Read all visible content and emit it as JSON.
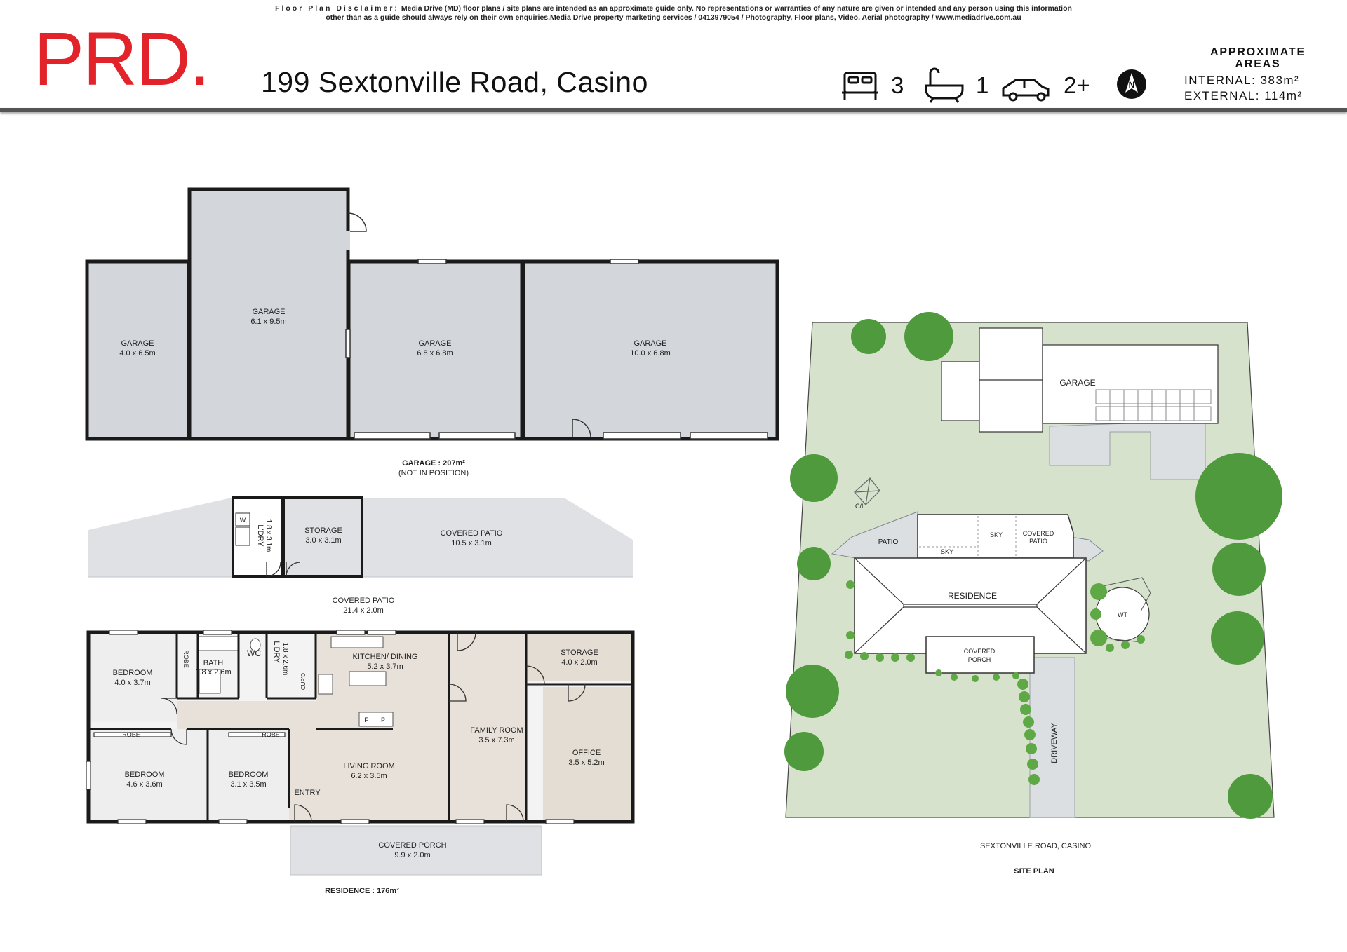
{
  "disclaimer": {
    "heading": "Floor Plan Disclaimer:",
    "line1": " Media Drive (MD) floor plans / site plans are intended as an approximate guide only.  No representations or warranties of any nature are given or intended and any person using this information",
    "line2": "other than as a guide should always rely on their own enquiries.Media Drive property marketing services / 0413979054 / Photography, Floor plans,  Video, Aerial photography / www.mediadrive.com.au"
  },
  "brand": {
    "logo": "PRD.",
    "color": "#e2232a"
  },
  "address": "199 Sextonville Road, Casino",
  "stats": {
    "beds": "3",
    "baths": "1",
    "cars": "2+",
    "bed_icon": "bed-icon",
    "bath_icon": "bath-icon",
    "car_icon": "car-icon",
    "north_icon": "north-arrow-icon"
  },
  "areas": {
    "heading_1": "APPROXIMATE",
    "heading_2": "AREAS",
    "internal_label": "INTERNAL:",
    "internal_value": "383m²",
    "external_label": "EXTERNAL:",
    "external_value": "114m²"
  },
  "garage_plan": {
    "rooms": [
      {
        "name": "GARAGE",
        "size": "4.0 x 6.5m"
      },
      {
        "name": "GARAGE",
        "size": "6.1 x 9.5m"
      },
      {
        "name": "GARAGE",
        "size": "6.8 x 6.8m"
      },
      {
        "name": "GARAGE",
        "size": "10.0 x 6.8m"
      }
    ],
    "caption": "GARAGE : 207m²",
    "note": "(NOT IN POSITION)"
  },
  "residence_plan": {
    "caption": "RESIDENCE : 176m²",
    "labels": {
      "wm": "W",
      "laundry_outside": "L'DRY",
      "laundry_outside_size": "1.8 x 3.1m",
      "storage_outside": "STORAGE",
      "storage_outside_size": "3.0 x 3.1m",
      "covered_patio_a": "COVERED PATIO",
      "covered_patio_a_size": "10.5 x 3.1m",
      "covered_patio_b": "COVERED PATIO",
      "covered_patio_b_size": "21.4 x 2.0m",
      "bedroom1": "BEDROOM",
      "bedroom1_size": "4.0 x 3.7m",
      "robe1": "ROBE",
      "bath": "BATH",
      "bath_size": "1.8 x 2.6m",
      "wc": "WC",
      "laundry": "L'DRY",
      "laundry_size": "1.8 x 2.6m",
      "cupd": "CUP'D",
      "kitchen": "KITCHEN/ DINING",
      "kitchen_size": "5.2 x 3.7m",
      "fridge": "F",
      "pantry": "P",
      "storage": "STORAGE",
      "storage_size": "4.0 x 2.0m",
      "family": "FAMILY ROOM",
      "family_size": "3.5 x 7.3m",
      "office": "OFFICE",
      "office_size": "3.5 x 5.2m",
      "robe2": "ROBE",
      "robe3": "ROBE",
      "bedroom2": "BEDROOM",
      "bedroom2_size": "4.6 x 3.6m",
      "bedroom3": "BEDROOM",
      "bedroom3_size": "3.1 x 3.5m",
      "living": "LIVING ROOM",
      "living_size": "6.2 x 3.5m",
      "entry": "ENTRY",
      "porch": "COVERED PORCH",
      "porch_size": "9.9 x 2.0m"
    }
  },
  "site_plan": {
    "labels": {
      "garage": "GARAGE",
      "cl": "C/L",
      "patio": "PATIO",
      "sky1": "SKY",
      "sky2": "SKY",
      "covered_patio": "COVERED",
      "covered_patio_2": "PATIO",
      "residence": "RESIDENCE",
      "wt": "WT",
      "porch_1": "COVERED",
      "porch_2": "PORCH",
      "driveway": "DRIVEWAY"
    },
    "road": "SEXTONVILLE ROAD, CASINO",
    "caption": "SITE PLAN",
    "colors": {
      "lawn": "#d6e2cc",
      "tree": "#4f9a3c",
      "paving": "#dcdfe2"
    }
  }
}
